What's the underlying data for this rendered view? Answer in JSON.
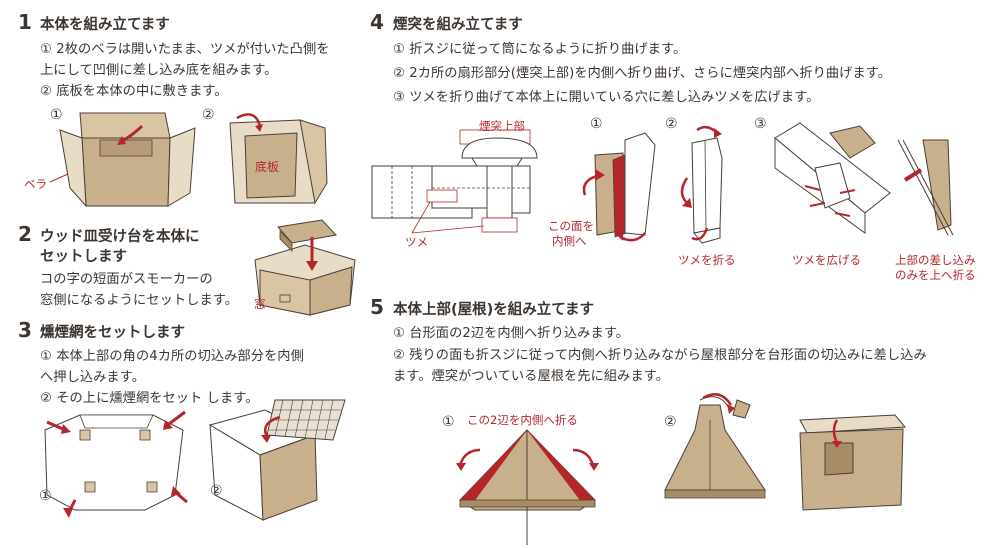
{
  "step1": {
    "number": "1",
    "title": "本体を組み立てます",
    "lines": [
      "① 2枚のベラは開いたまま、ツメが付いた凸側を",
      "上にして凹側に差し込み底を組みます。",
      "② 底板を本体の中に敷きます。"
    ],
    "fig_nums": [
      "①",
      "②"
    ],
    "labels": {
      "bera": "ベラ",
      "sokoita": "底板"
    }
  },
  "step2": {
    "number": "2",
    "title_lines": [
      "ウッド皿受け台を本体に",
      "セットします"
    ],
    "lines": [
      "コの字の短面がスモーカーの",
      "窓側になるようにセットします。"
    ],
    "labels": {
      "mado": "窓"
    }
  },
  "step3": {
    "number": "3",
    "title": "燻煙網をセットします",
    "lines": [
      "① 本体上部の角の4カ所の切込み部分を内側",
      "へ押し込みます。",
      "② その上に燻煙網をセット します。"
    ],
    "fig_nums": [
      "①",
      "②"
    ]
  },
  "step4": {
    "number": "4",
    "title": "煙突を組み立てます",
    "lines": [
      "① 折スジに従って筒になるように折り曲げます。",
      "② 2カ所の扇形部分(煙突上部)を内側へ折り曲げ、さらに煙突内部へ折り曲げます。",
      "③ ツメを折り曲げて本体上に開いている穴に差し込みツメを広げます。"
    ],
    "fig_nums": [
      "①",
      "②",
      "③"
    ],
    "labels": {
      "entotsu_jobu": "煙突上部",
      "tsume": "ツメ",
      "kono_men_1": "この面を",
      "kono_men_2": "内側へ",
      "tsume_oru": "ツメを折る",
      "tsume_hirogeru": "ツメを広げる",
      "sashikomi_1": "上部の差し込み",
      "sashikomi_2": "のみを上へ折る"
    }
  },
  "step5": {
    "number": "5",
    "title": "本体上部(屋根)を組み立てます",
    "lines": [
      "① 台形面の2辺を内側へ折り込みます。",
      "② 残りの面も折スジに従って内側へ折り込みながら屋根部分を台形面の切込みに差し込み",
      "ます。煙突がついている屋根を先に組みます。"
    ],
    "fig_nums": [
      "①",
      "②"
    ],
    "labels": {
      "kono_2hen": "この2辺を内側へ折る"
    }
  },
  "colors": {
    "text": "#3d3530",
    "accent_red": "#b5262a",
    "kraft": "#c9b08c",
    "kraft_dark": "#a88c66",
    "line": "#4a3f38"
  }
}
